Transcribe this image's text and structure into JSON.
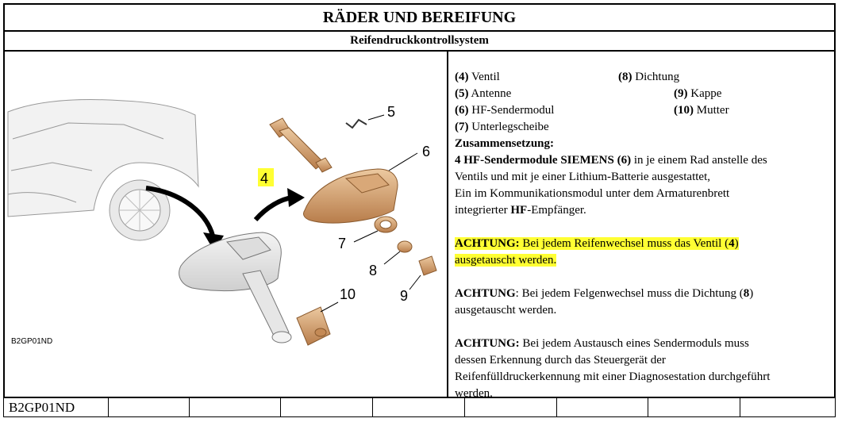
{
  "header": {
    "title": "RÄDER UND BEREIFUNG",
    "subtitle": "Reifendruckkontrollsystem"
  },
  "figure": {
    "code": "B2GP01ND",
    "callouts": [
      "4",
      "5",
      "6",
      "7",
      "8",
      "9",
      "10"
    ],
    "highlight_color": "#ffff33"
  },
  "parts": [
    {
      "num": "(4)",
      "label": " Ventil"
    },
    {
      "num": "(8)",
      "label": " Dichtung"
    },
    {
      "num": "(5)",
      "label": " Antenne"
    },
    {
      "num": "(9)",
      "label": " Kappe"
    },
    {
      "num": "(6)",
      "label": " HF-Sendermodul"
    },
    {
      "num": "(10)",
      "label": " Mutter"
    },
    {
      "num": "(7)",
      "label": " Unterlegscheibe"
    }
  ],
  "composition": {
    "heading": "Zusammensetzung:",
    "line1_bold": "4 HF-Sendermodule SIEMENS (6)",
    "line1_rest": " in je einem Rad anstelle des",
    "line2": "Ventils und mit je einer Lithium-Batterie ausgestattet,",
    "line3": "Ein im Kommunikationsmodul unter dem Armaturenbrett",
    "line4_a": "integrierter ",
    "line4_bold": "HF",
    "line4_b": "-Empfänger."
  },
  "warnings": [
    {
      "label": "ACHTUNG:",
      "line1": " Bei jedem Reifenwechsel muss das Ventil (",
      "ref": "4",
      "line1_end": ")",
      "line2": "ausgetauscht werden."
    },
    {
      "label": "ACHTUNG",
      "line1": ": Bei jedem Felgenwechsel muss die Dichtung (",
      "ref": "8",
      "line1_end": ")",
      "line2": "ausgetauscht werden."
    },
    {
      "label": "ACHTUNG:",
      "line1": " Bei jedem Austausch eines Sendermoduls muss",
      "line2": "dessen Erkennung durch das Steuergerät der",
      "line3": "Reifenfülldruckerkennung mit einer Diagnosestation durchgeführt",
      "line4": "werden."
    }
  ],
  "footer": {
    "code": "B2GP01ND"
  }
}
